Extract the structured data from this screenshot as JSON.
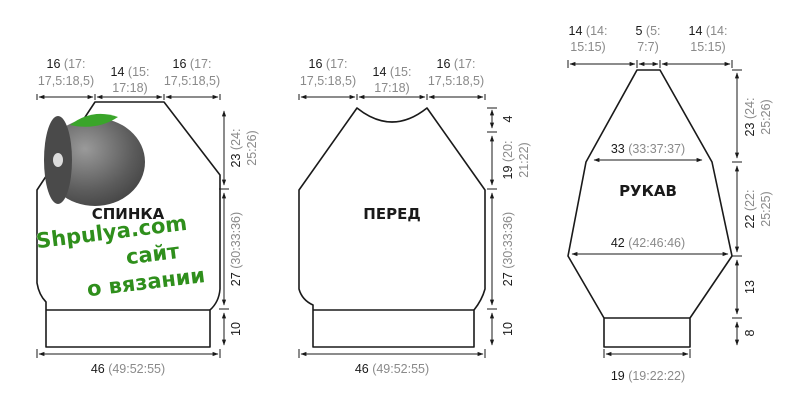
{
  "pieces": {
    "back": "СПИНКА",
    "front": "ПЕРЕД",
    "sleeve": "РУКАВ"
  },
  "watermark": {
    "line1": "Shpulya.com",
    "line2": "сайт",
    "line3": "о вязании"
  },
  "back": {
    "top_left": {
      "l1a": "16",
      "l1b": " (17:",
      "l2": "17,5:18,5)"
    },
    "top_mid": {
      "l1a": "14",
      "l1b": " (15:",
      "l2": "17:18)"
    },
    "top_right": {
      "l1a": "16",
      "l1b": " (17:",
      "l2": "17,5:18,5)"
    },
    "right_top": {
      "a": "23",
      "b": " (24:",
      "c": "25:26)"
    },
    "right_mid": {
      "a": "27",
      "b": " (30:33:36)"
    },
    "right_bot": {
      "a": "10"
    },
    "bottom": {
      "a": "46",
      "b": " (49:52:55)"
    }
  },
  "front": {
    "top_left": {
      "l1a": "16",
      "l1b": " (17:",
      "l2": "17,5:18,5)"
    },
    "top_mid": {
      "l1a": "14",
      "l1b": " (15:",
      "l2": "17:18)"
    },
    "top_right": {
      "l1a": "16",
      "l1b": " (17:",
      "l2": "17,5:18,5)"
    },
    "right_neck": {
      "a": "4"
    },
    "right_top": {
      "a": "19",
      "b": " (20:",
      "c": "21:22)"
    },
    "right_mid": {
      "a": "27",
      "b": " (30:33:36)"
    },
    "right_bot": {
      "a": "10"
    },
    "bottom": {
      "a": "46",
      "b": " (49:52:55)"
    }
  },
  "sleeve": {
    "top_left": {
      "l1a": "14",
      "l1b": " (14:",
      "l2": "15:15)"
    },
    "top_mid": {
      "l1a": "5",
      "l1b": " (5:",
      "l2": "7:7)"
    },
    "top_right": {
      "l1a": "14",
      "l1b": " (14:",
      "l2": "15:15)"
    },
    "upper_width": {
      "a": "33",
      "b": " (33:37:37)"
    },
    "lower_width": {
      "a": "42",
      "b": " (42:46:46)"
    },
    "right_top": {
      "a": "23",
      "b": " (24:",
      "c": "25:26)"
    },
    "right_mid": {
      "a": "22",
      "b": " (22:",
      "c": "25:25)"
    },
    "right_low": {
      "a": "13"
    },
    "right_cuff": {
      "a": "8"
    },
    "bottom": {
      "a": "19",
      "b": " (19:22:22)"
    }
  },
  "colors": {
    "line": "#1a1a1a",
    "size_text": "#8a8a8a",
    "watermark": "#2f8f1c"
  }
}
